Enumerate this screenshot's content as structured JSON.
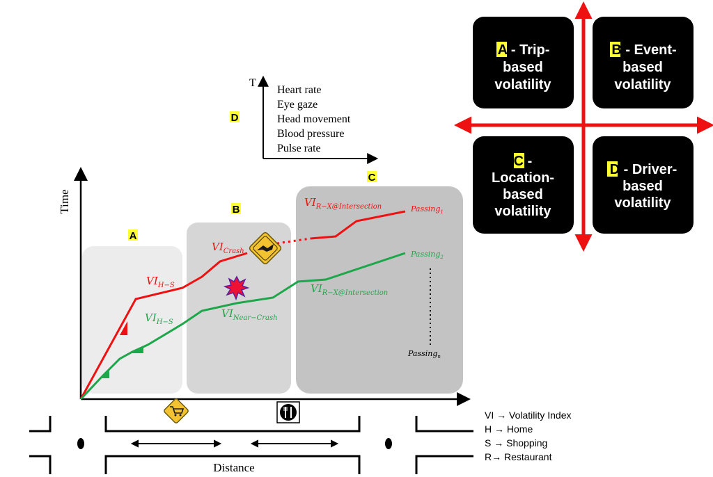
{
  "axes": {
    "y_label": "Time",
    "x_label": "Distance"
  },
  "zones": {
    "a_label": "A",
    "b_label": "B",
    "c_label": "C"
  },
  "inset": {
    "t_label": "T",
    "d_label": "D",
    "measures": [
      "Heart rate",
      "Eye gaze",
      "Head movement",
      "Blood pressure",
      "Pulse rate"
    ]
  },
  "curve_labels": {
    "vi_crash": {
      "base": "VI",
      "sub": "Crash"
    },
    "vi_hs_red": {
      "base": "VI",
      "sub": "H−S"
    },
    "vi_hs_green": {
      "base": "VI",
      "sub": "H−S"
    },
    "vi_near_crash": {
      "base": "VI",
      "sub": "Near−Crash"
    },
    "vi_rx_red": {
      "base": "VI",
      "sub": "R−X@Intersection"
    },
    "vi_rx_green": {
      "base": "VI",
      "sub": "R−X@Intersection"
    },
    "passing_1": {
      "base": "Passing",
      "sub": "1"
    },
    "passing_2": {
      "base": "Passing",
      "sub": "2"
    },
    "passing_n": {
      "base": "Passing",
      "sub": "n"
    }
  },
  "legend": [
    "VI → Volatility Index",
    "H → Home",
    "S → Shopping",
    "R→ Restaurant"
  ],
  "quadrants": {
    "a": {
      "letter": "A",
      "line1": " - Trip-",
      "line2": "based",
      "line3": "volatility"
    },
    "b": {
      "letter": "B",
      "line1": " - Event-",
      "line2": "based",
      "line3": "volatility"
    },
    "c": {
      "letter": "C",
      "line1": " -",
      "line2": "Location-",
      "line3": "based",
      "line4": "volatility"
    },
    "d": {
      "letter": "D",
      "line1": " - Driver-",
      "line2": "based",
      "line3": "volatility"
    }
  },
  "icons": {
    "crash": "car-crash-icon",
    "shopping": "shopping-cart-icon",
    "restaurant": "restaurant-icon",
    "near_crash": "explosion-icon"
  },
  "colors": {
    "red_curve": "#ee1111",
    "green_curve": "#1ea64a",
    "quad_bg": "#000000",
    "highlight": "#ffff33",
    "zone_a": "#ececec",
    "zone_b": "#d6d6d6",
    "zone_c": "#c3c3c3"
  }
}
